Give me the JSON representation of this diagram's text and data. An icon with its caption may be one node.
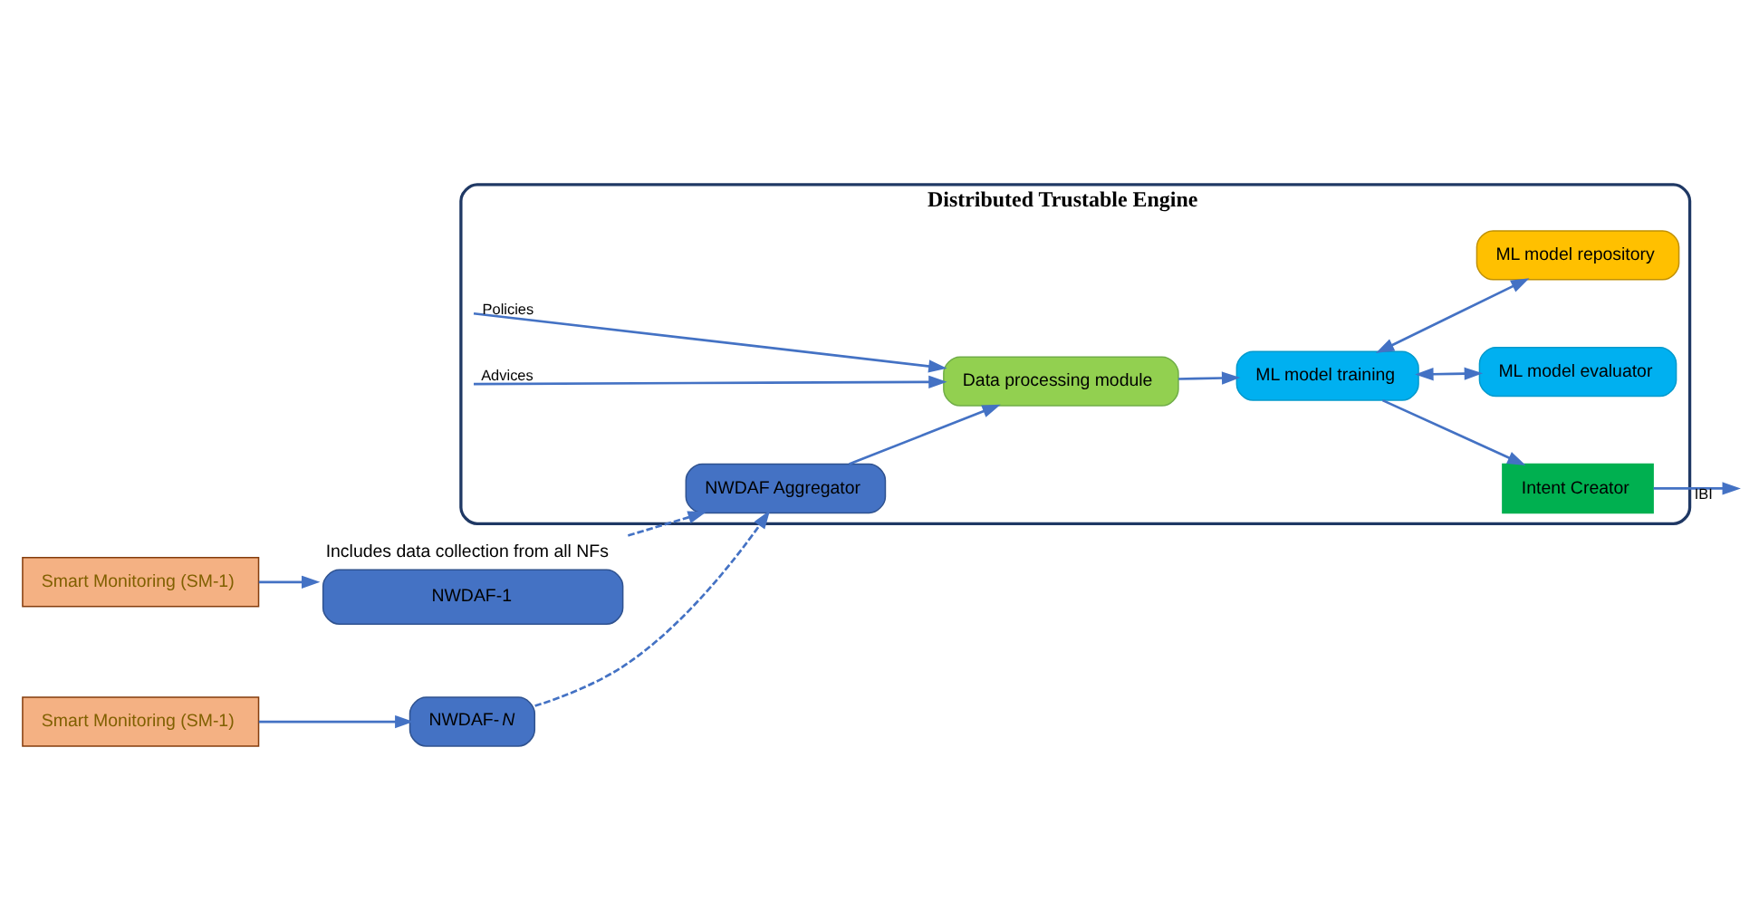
{
  "diagram": {
    "nodes": [
      {
        "text": [
          "Distributed Trustable Engine"
        ]
      },
      {
        "text": [
          "Smart Monitoring (SM-1)"
        ]
      },
      {
        "text": [
          "Smart Monitoring (SM-1)"
        ]
      },
      {
        "text": [
          "NWDAF-1"
        ],
        "beside": [
          "Includes data collection from all NFs"
        ]
      },
      {
        "text": [
          "NWDAF-*N*"
        ]
      },
      {
        "text": [
          "NWDAF Aggregator"
        ],
        "in": 0
      },
      {
        "text": [
          "Data processing module"
        ],
        "in": 0
      },
      {
        "text": [
          "Intent Creator"
        ],
        "in": 0
      },
      {
        "text": [
          "ML model training"
        ],
        "in": 0
      },
      {
        "text": [
          "ML model evaluator"
        ],
        "in": 0
      },
      {
        "text": [
          "ML model repository"
        ],
        "in": 0
      }
    ],
    "edges": [
      {
        "from": 1,
        "to": 3,
        "arrow": "to"
      },
      {
        "from": 2,
        "to": 4,
        "arrow": "to"
      },
      {
        "from": 3,
        "to": 5,
        "arrow": "to",
        "style": "dashed"
      },
      {
        "from": 4,
        "to": 5,
        "arrow": "to",
        "style": "dashed"
      },
      {
        "from": 5,
        "to": 6,
        "arrow": "to"
      },
      {
        "from": null,
        "to": 6,
        "arrow": "to",
        "label": "Policies"
      },
      {
        "from": null,
        "to": 6,
        "arrow": "to",
        "label": "Advices"
      },
      {
        "from": 6,
        "to": 8,
        "arrow": "to"
      },
      {
        "from": 8,
        "to": 7,
        "arrow": "to"
      },
      {
        "from": 7,
        "to": null,
        "arrow": "to",
        "label": "IBI"
      },
      {
        "from": 8,
        "to": 9,
        "arrow": "both"
      },
      {
        "from": 8,
        "to": 10,
        "arrow": "both"
      }
    ]
  }
}
